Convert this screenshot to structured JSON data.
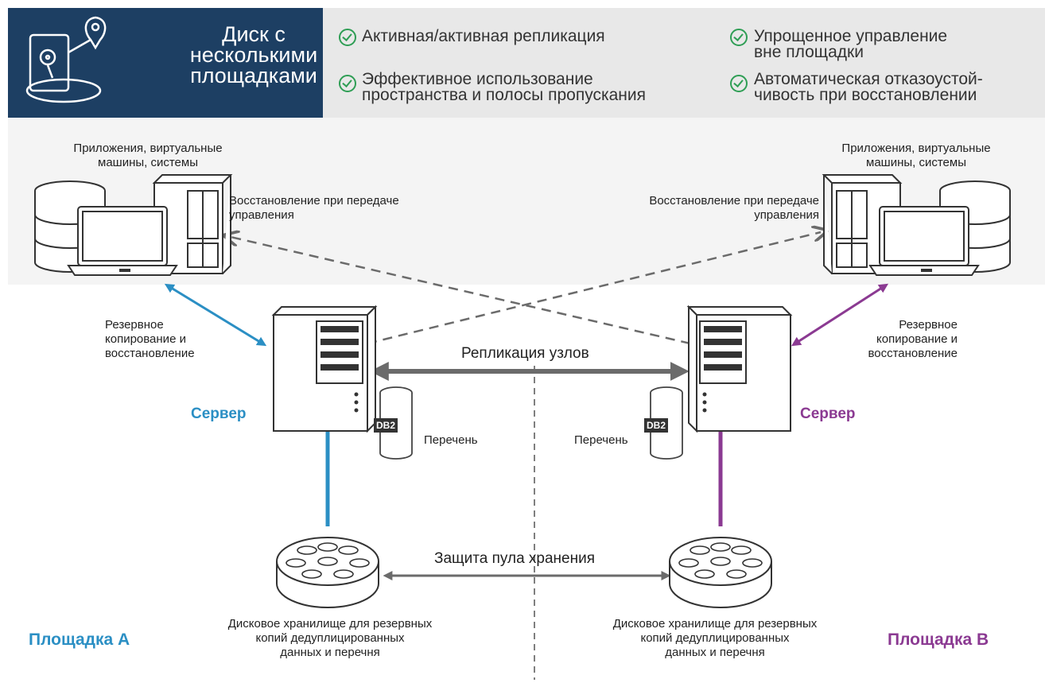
{
  "header": {
    "title": "Диск с\nнесколькими\nплощадками",
    "features": [
      "Активная/активная репликация",
      "Эффективное использование\nпространства и полосы пропускания",
      "Упрощенное управление\nвне площадки",
      "Автоматическая отказоустой-\nчивость при восстановлении"
    ]
  },
  "left": {
    "apps_label": "Приложения, виртуальные\nмашины, системы",
    "failover_label": "Восстановление при передаче\nуправления",
    "backup_label": "Резервное\nкопирование и\nвосстановление",
    "server_label": "Сервер",
    "catalog_label": "Перечень",
    "db_badge": "DB2",
    "storage_label": "Дисковое хранилище для резервных\nкопий дедуплицированных\nданных и перечня",
    "site_label": "Площадка A"
  },
  "right": {
    "apps_label": "Приложения, виртуальные\nмашины, системы",
    "failover_label": "Восстановление при передаче\nуправления",
    "backup_label": "Резервное\nкопирование и\nвосстановление",
    "server_label": "Сервер",
    "catalog_label": "Перечень",
    "db_badge": "DB2",
    "storage_label": "Дисковое хранилище для резервных\nкопий дедуплицированных\nданных и перечня",
    "site_label": "Площадка B"
  },
  "center": {
    "node_replication": "Репликация узлов",
    "pool_protection": "Защита пула хранения"
  },
  "colors": {
    "header_bg": "#1d3f63",
    "site_a": "#2b8fc4",
    "site_b": "#8b3a92",
    "check": "#2f9e55",
    "arrow": "#6b6b6b"
  }
}
